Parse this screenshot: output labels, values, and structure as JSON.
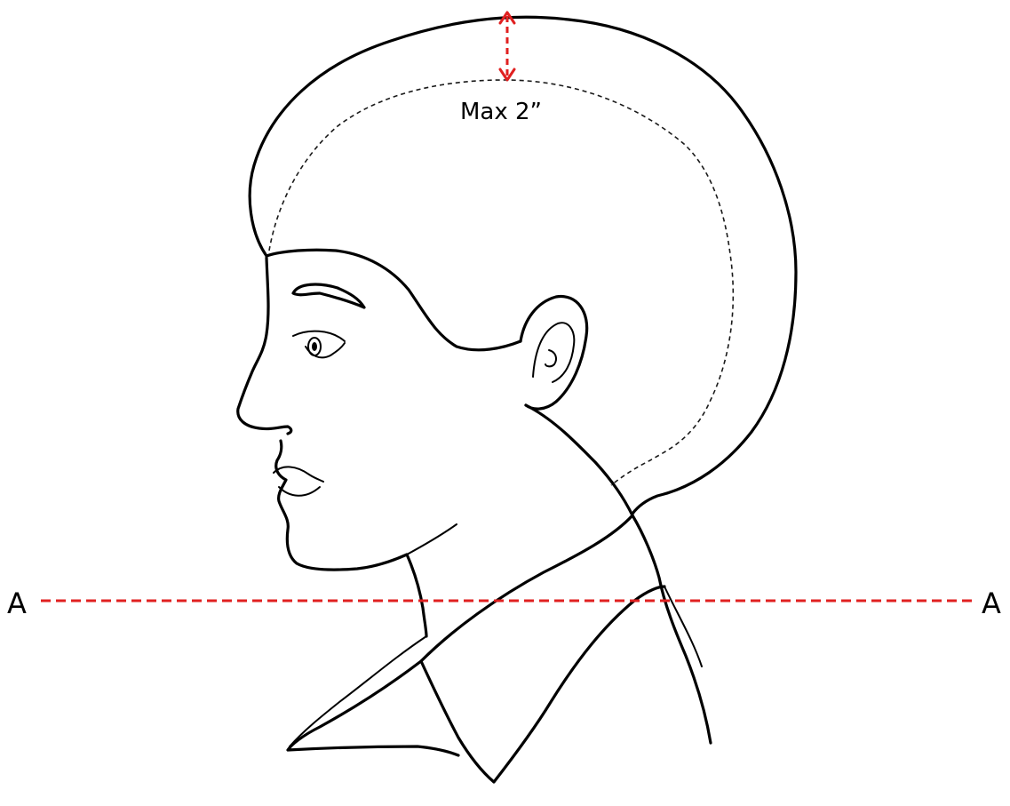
{
  "annotations": {
    "max_height_label": "Max 2”",
    "line_left_label": "A",
    "line_right_label": "A"
  },
  "colors": {
    "guide_line": "#e02020",
    "ink": "#000000",
    "background": "#ffffff"
  }
}
